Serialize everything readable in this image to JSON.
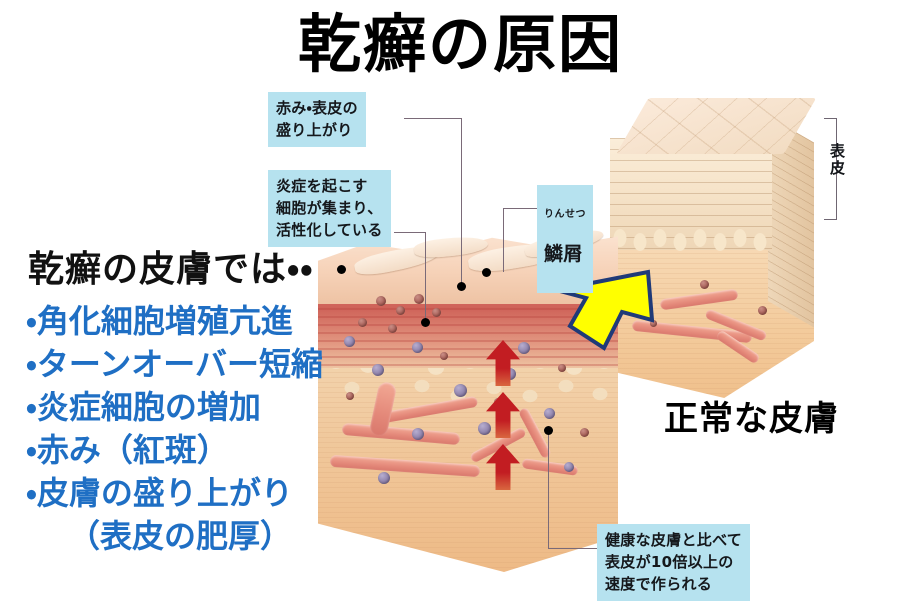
{
  "page": {
    "title": "乾癬の原因",
    "background": "#ffffff"
  },
  "colors": {
    "callout_bg": "#b6e2ef",
    "bullet_text": "#1f6fc4",
    "heading_text": "#000000",
    "red_arrow": "#c21d22",
    "yellow_arrow_fill": "#ffff00",
    "yellow_arrow_stroke": "#1f3a78",
    "leader_line": "#7a6a78",
    "psoriatic_epidermis": "#cf6359",
    "dermis": "#f0c79a"
  },
  "left_panel": {
    "heading": "乾癬の皮膚では・・",
    "bullets": [
      {
        "marker": "・",
        "text": "角化細胞増殖亢進",
        "sub": ""
      },
      {
        "marker": "・",
        "text": "ターンオーバー短縮",
        "sub": ""
      },
      {
        "marker": "・",
        "text": "炎症細胞の増加",
        "sub": ""
      },
      {
        "marker": "・",
        "text": "赤み（紅斑）",
        "sub": ""
      },
      {
        "marker": "・",
        "text": "皮膚の盛り上がり",
        "sub": "（表皮の肥厚）"
      }
    ]
  },
  "callouts": {
    "redness": "赤み・表皮の\n盛り上がり",
    "inflammation": "炎症を起こす\n細胞が集まり、\n活性化している",
    "scale_ruby": "りんせつ",
    "scale_base": "鱗屑",
    "turnover_speed": "健康な皮膚と比べて\n表皮が10倍以上の\n速度で作られる"
  },
  "labels": {
    "normal_skin": "正常な皮膚",
    "epidermis_vertical": "表皮"
  },
  "figures": {
    "psoriatic_skin": "psoriatic-skin-block",
    "normal_skin": "normal-skin-block",
    "red_arrow_count": 3,
    "yellow_arrow_direction": "down-left"
  }
}
